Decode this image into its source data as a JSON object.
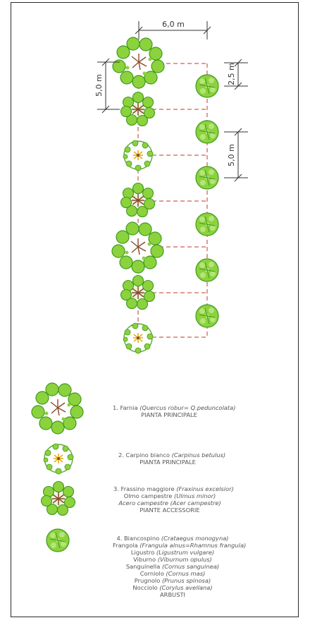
{
  "colors": {
    "foliage_light": "#8cd23c",
    "foliage_dark": "#3f9a1e",
    "trunk_brown": "#8a4a2a",
    "trunk_yellow": "#e0b020",
    "guide_red": "#c0392b",
    "dimension_line": "#333333"
  },
  "dimensions": {
    "row_spacing": "6,0 m",
    "tree_spacing": "5,0 m",
    "shrub_spacing_small": "2,5 m",
    "shrub_spacing_large": "5,0 m"
  },
  "legend": [
    {
      "symbol": "farnia-symbol-icon",
      "lines": [
        {
          "common": "1. Farnia ",
          "sci": "(Quercus robur= Q.peduncolata)"
        },
        {
          "category": "PIANTA PRINCIPALE"
        }
      ]
    },
    {
      "symbol": "carpino-symbol-icon",
      "lines": [
        {
          "common": "2. Carpino bianco ",
          "sci": "(Carpinus betulus)"
        },
        {
          "category": "PIANTA PRINCIPALE"
        }
      ]
    },
    {
      "symbol": "frassino-symbol-icon",
      "lines": [
        {
          "common": "3. Frassino maggiore ",
          "sci": "(Fraxinus excelsior)"
        },
        {
          "common": "Olmo campestre ",
          "sci": "(Ulmus minor)"
        },
        {
          "common": "",
          "sci": "Acero campestre",
          "tail": " (Acer campestre)"
        },
        {
          "category": "PIANTE ACCESSORIE"
        }
      ]
    },
    {
      "symbol": "arbusto-symbol-icon",
      "lines": [
        {
          "common": "4. Biancospino ",
          "sci": "(Crataegus monogyna)"
        },
        {
          "common": "Frangola ",
          "sci": "(Frangula alnus=Rhamnus frangula)"
        },
        {
          "common": "Ligustro ",
          "sci": "(Ligustrum vulgare)"
        },
        {
          "common": "Viburno ",
          "sci": "(Viburnum opulus)"
        },
        {
          "common": "Sanguinella ",
          "sci": "(Cornus sanguinea)"
        },
        {
          "common": "Corniolo ",
          "sci": "(Cornus mas)"
        },
        {
          "common": "Prugnolo ",
          "sci": "(Prunus spinosa)"
        },
        {
          "common": "Nocciolo ",
          "sci": "(Corylus avellana)"
        },
        {
          "category": "ARBUSTI"
        }
      ]
    }
  ]
}
